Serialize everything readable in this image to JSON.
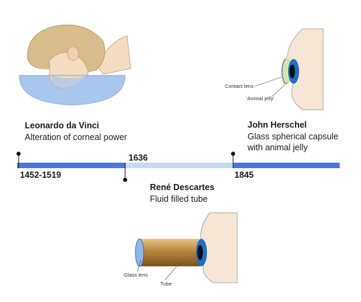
{
  "events": [
    {
      "name": "Leonardo da Vinci",
      "description": "Alteration of corneal power",
      "year": "1452-1519"
    },
    {
      "name": "René Descartes",
      "description": "Fluid filled tube",
      "year": "1636"
    },
    {
      "name": "John Herschel",
      "description": "Glass spherical capsule with animal jelly",
      "year": "1845"
    }
  ],
  "herschel_labels": {
    "contact_lens": "Contact lens",
    "animal_jelly": "'Animal jelly'"
  },
  "descartes_labels": {
    "glass_lens": "Glass lens",
    "tube": "Tube"
  },
  "colors": {
    "timeline_dark": "#4a78d8",
    "timeline_light": "#c9d8f2",
    "water": "#a9c6ee",
    "skin": "#f3dcc0",
    "hair": "#d8bc8c",
    "iris": "#1f6fc4",
    "tube_gold": "#b8843a"
  }
}
